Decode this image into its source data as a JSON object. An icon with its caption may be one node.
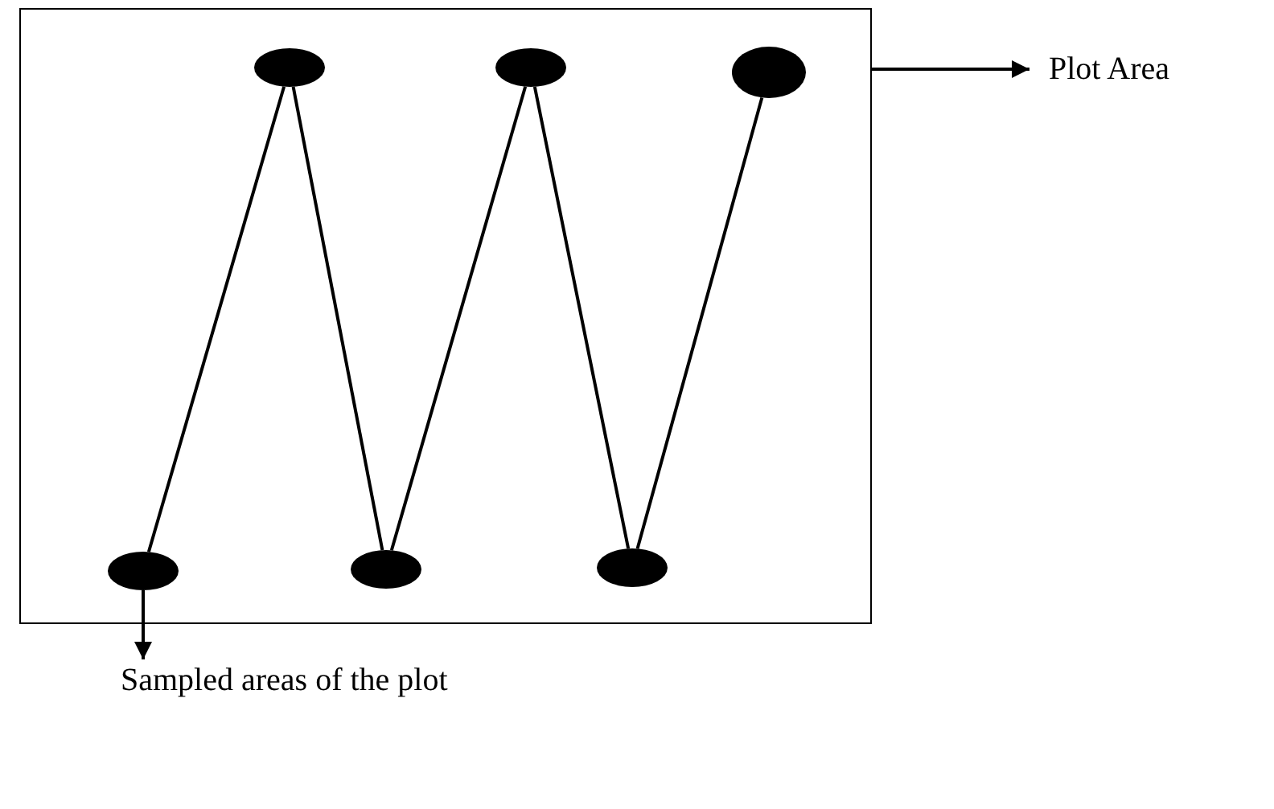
{
  "diagram": {
    "nodes": [
      {
        "text": [],
        "shape": "box"
      },
      {
        "text": [],
        "shape": "circle",
        "in": 0
      },
      {
        "text": [],
        "shape": "circle",
        "in": 0
      },
      {
        "text": [],
        "shape": "circle",
        "in": 0
      },
      {
        "text": [],
        "shape": "circle",
        "in": 0
      },
      {
        "text": [],
        "shape": "circle",
        "in": 0
      },
      {
        "text": [],
        "shape": "circle",
        "in": 0
      },
      {
        "text": [
          "Plot Area"
        ]
      },
      {
        "text": [
          "Sampled areas of the plot"
        ]
      }
    ],
    "edges": [
      {
        "from": 1,
        "to": 2,
        "arrow": "none"
      },
      {
        "from": 2,
        "to": 3,
        "arrow": "none"
      },
      {
        "from": 3,
        "to": 4,
        "arrow": "none"
      },
      {
        "from": 4,
        "to": 5,
        "arrow": "none"
      },
      {
        "from": 5,
        "to": 6,
        "arrow": "none"
      },
      {
        "from": 0,
        "to": 7,
        "arrow": "to"
      },
      {
        "from": 1,
        "to": 8,
        "arrow": "to"
      }
    ]
  }
}
